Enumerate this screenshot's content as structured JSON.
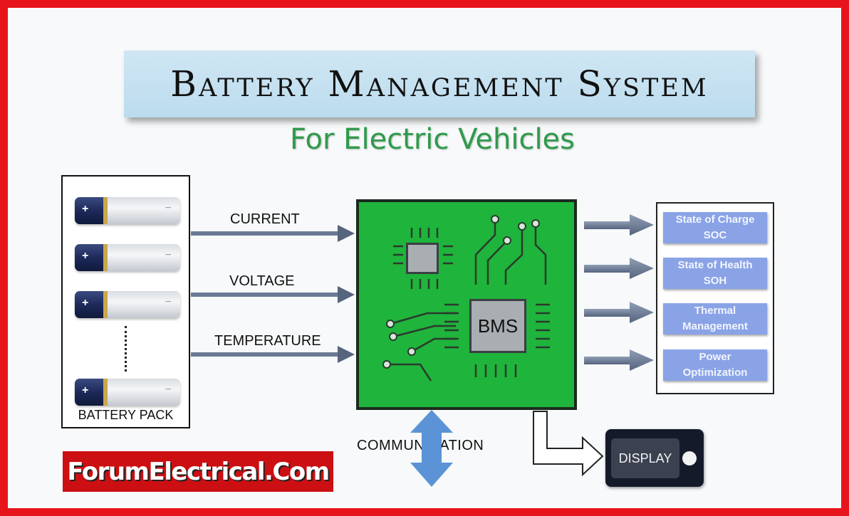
{
  "title": "Battery Management System",
  "subtitle": "For Electric Vehicles",
  "battery_pack": {
    "label": "BATTERY PACK",
    "plus": "+",
    "minus": "−"
  },
  "signals": [
    "CURRENT",
    "VOLTAGE",
    "TEMPERATURE"
  ],
  "bms_label": "BMS",
  "outputs": [
    {
      "line1": "State of Charge",
      "line2": "SOC"
    },
    {
      "line1": "State of Health",
      "line2": "SOH"
    },
    {
      "line1": "Thermal",
      "line2": "Management"
    },
    {
      "line1": "Power",
      "line2": "Optimization"
    }
  ],
  "communication_label": "COMMUNICATION",
  "display_label": "DISPLAY",
  "brand": "ForumElectrical.Com",
  "colors": {
    "frame": "#e8141b",
    "title_bar": "#c5e1f1",
    "subtitle": "#2f9a4a",
    "board": "#1fb43b",
    "output_box": "#8aa3e6",
    "arrow": "#6b7a94",
    "comm_arrow": "#5b93d6",
    "brand_bg": "#cc0f12"
  }
}
